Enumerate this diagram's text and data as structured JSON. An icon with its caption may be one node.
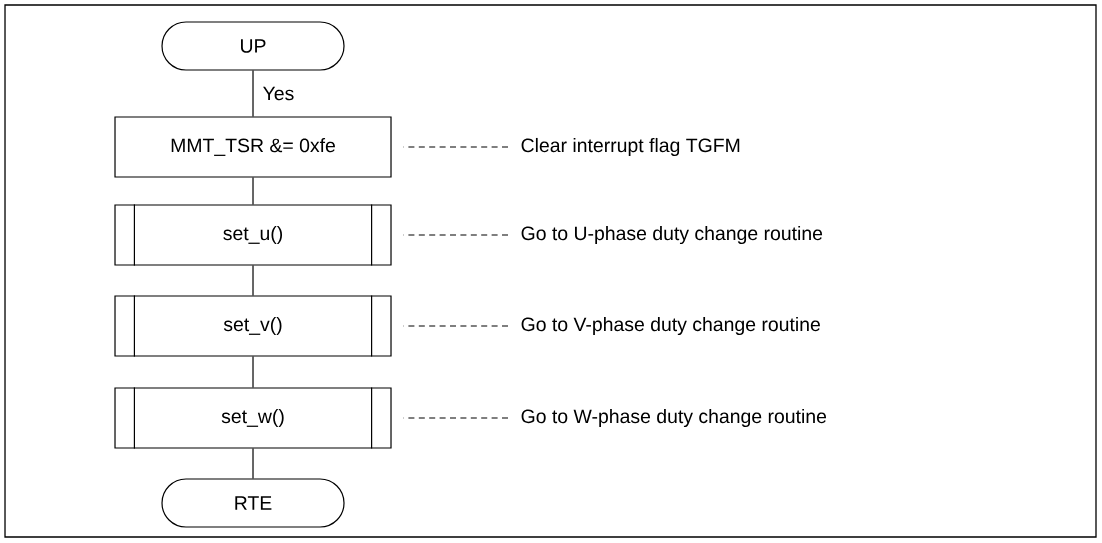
{
  "diagram": {
    "nodes": [
      {
        "text": [
          "UP"
        ]
      },
      {
        "text": [
          "MMT_TSR &= 0xfe"
        ]
      },
      {
        "text": [
          "set_u()"
        ]
      },
      {
        "text": [
          "set_v()"
        ]
      },
      {
        "text": [
          "set_w()"
        ]
      },
      {
        "text": [
          "RTE"
        ]
      },
      {
        "text": [
          "Clear interrupt flag TGFM"
        ]
      },
      {
        "text": [
          "Go to U-phase duty change routine"
        ]
      },
      {
        "text": [
          "Go to V-phase duty change routine"
        ]
      },
      {
        "text": [
          "Go to W-phase duty change routine"
        ]
      }
    ],
    "edges": [
      {
        "from": 0,
        "to": 1,
        "arrow": "none",
        "label": "Yes"
      },
      {
        "from": 1,
        "to": 2,
        "arrow": "none"
      },
      {
        "from": 2,
        "to": 3,
        "arrow": "none"
      },
      {
        "from": 3,
        "to": 4,
        "arrow": "none"
      },
      {
        "from": 4,
        "to": 5,
        "arrow": "none"
      },
      {
        "from": 6,
        "to": 1,
        "arrow": "none",
        "style": "dashed"
      },
      {
        "from": 7,
        "to": 2,
        "arrow": "none",
        "style": "dashed"
      },
      {
        "from": 8,
        "to": 3,
        "arrow": "none",
        "style": "dashed"
      },
      {
        "from": 9,
        "to": 4,
        "arrow": "none",
        "style": "dashed"
      }
    ]
  }
}
